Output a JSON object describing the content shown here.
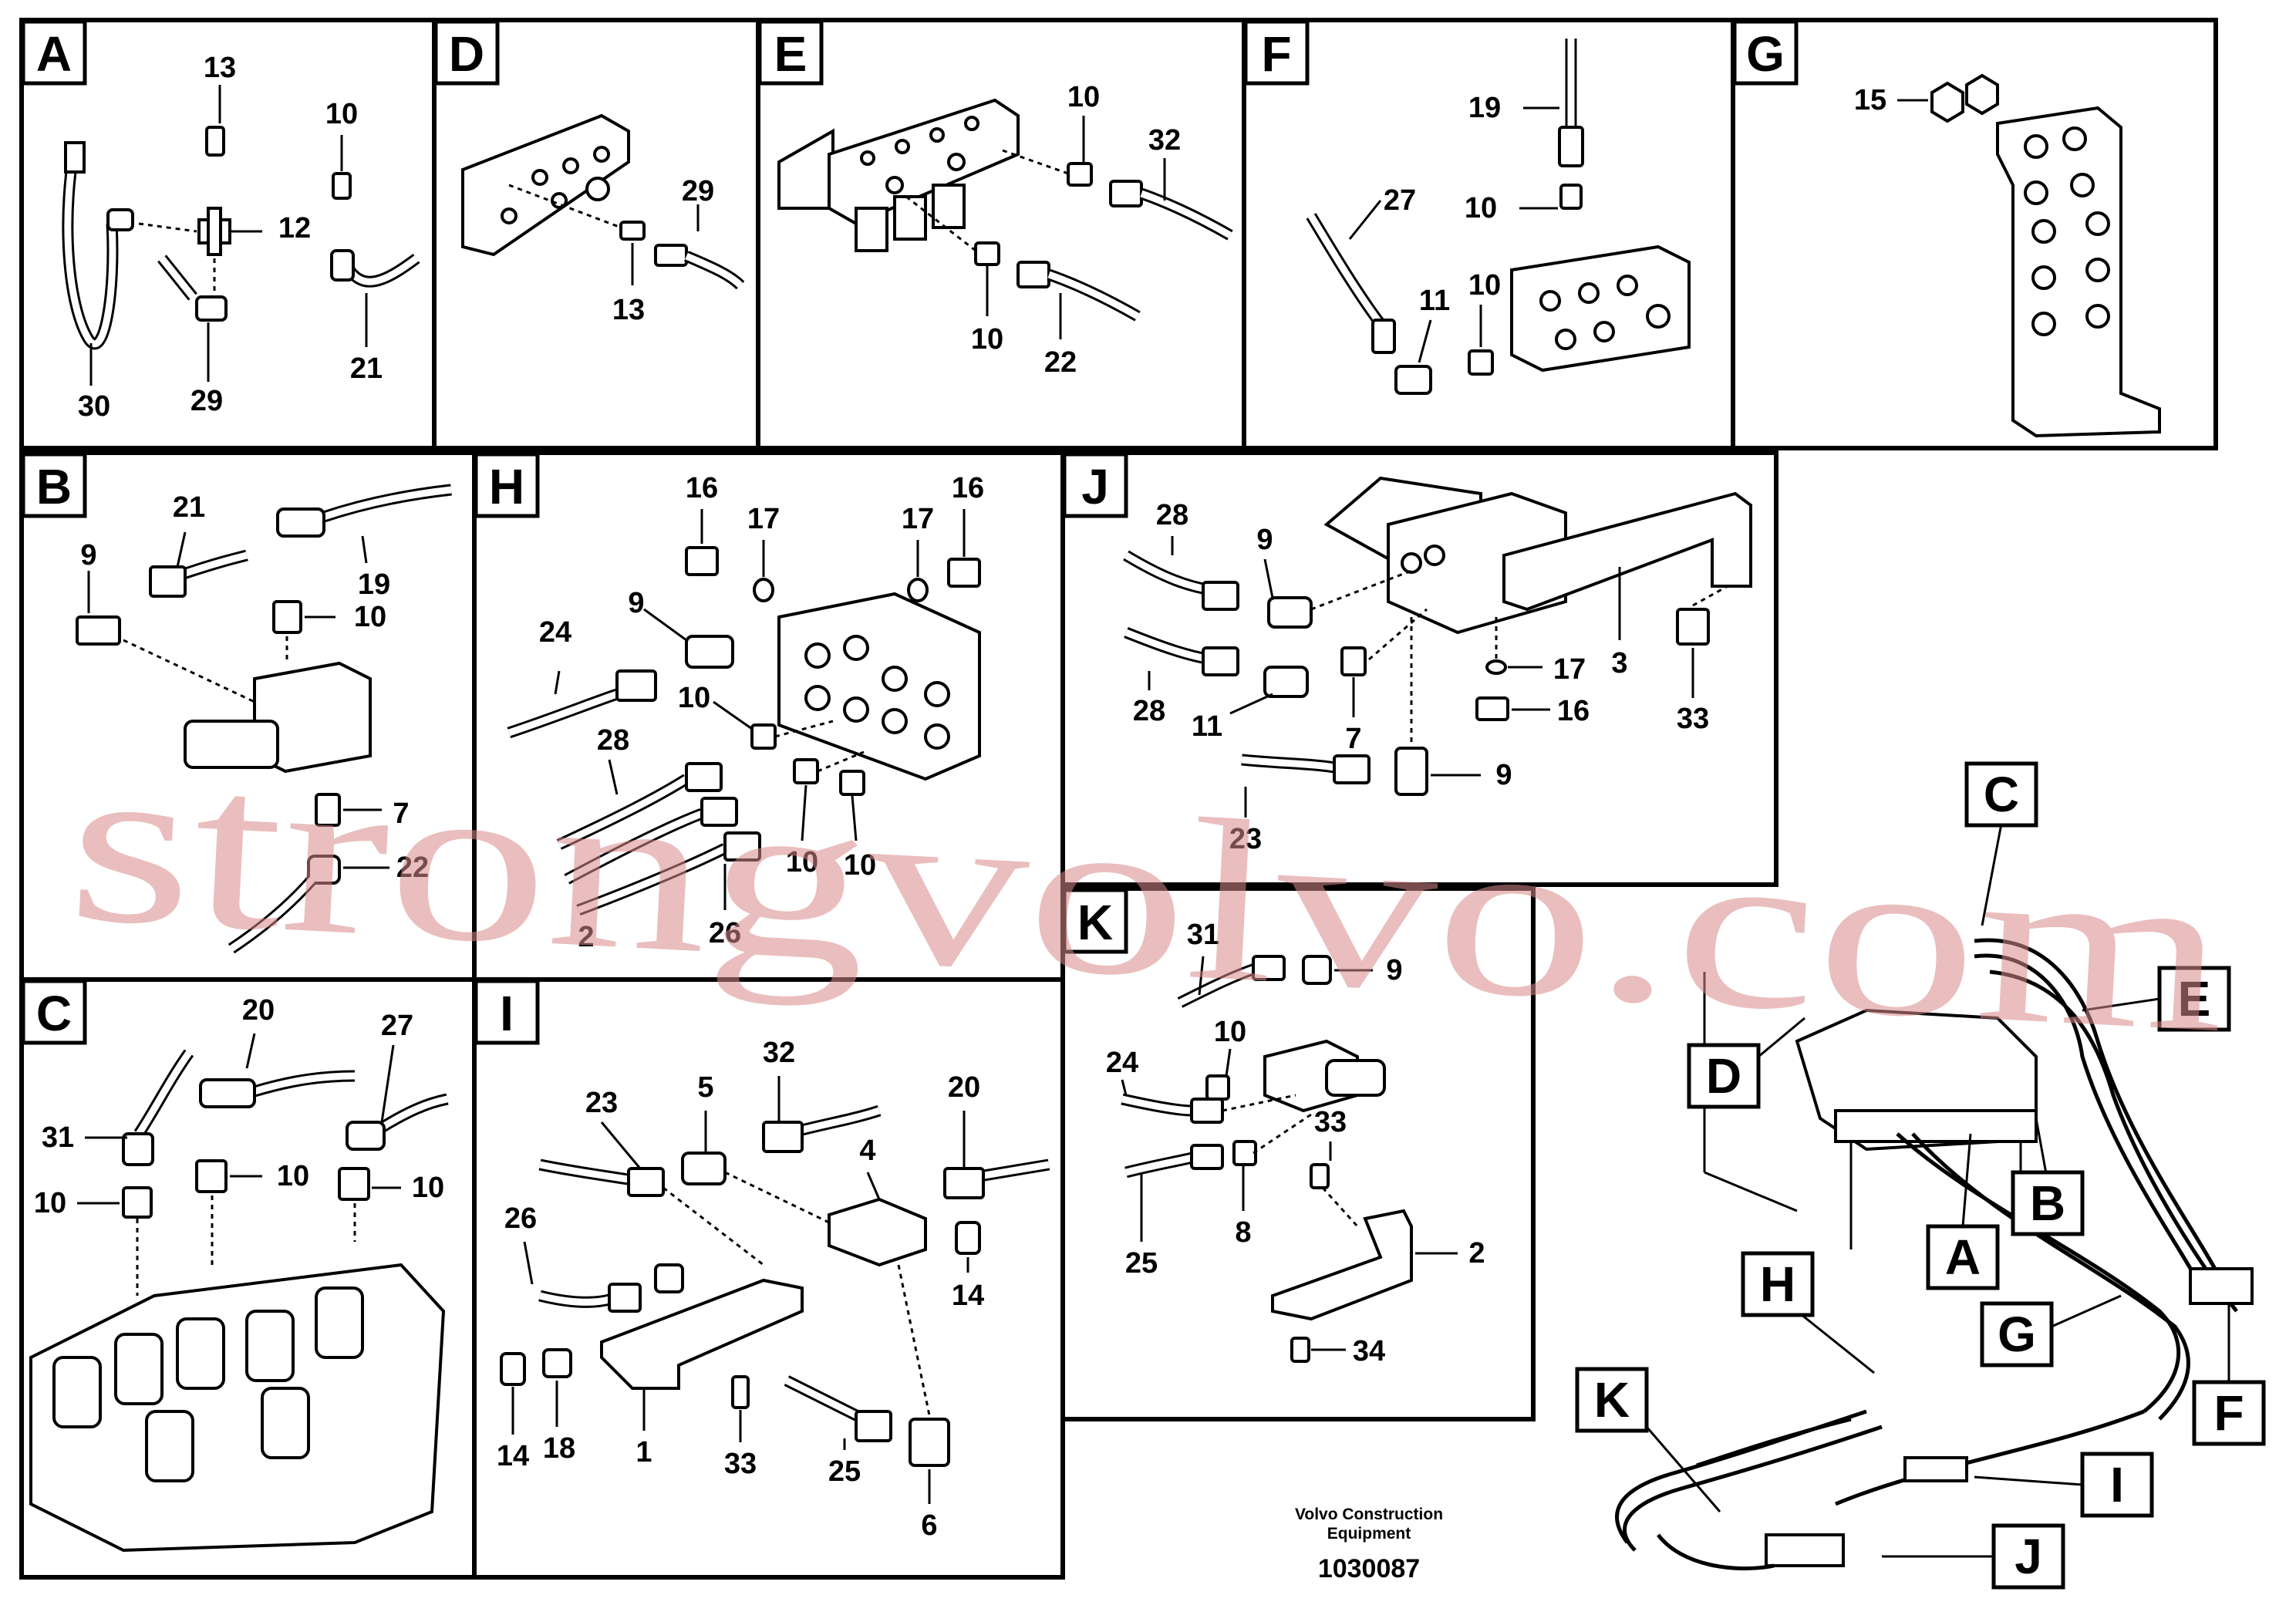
{
  "panels": {
    "A": {
      "label": "A",
      "callouts": [
        "13",
        "10",
        "12",
        "30",
        "29",
        "21"
      ]
    },
    "D": {
      "label": "D",
      "callouts": [
        "29",
        "13"
      ]
    },
    "E": {
      "label": "E",
      "callouts": [
        "10",
        "32",
        "10",
        "22"
      ]
    },
    "F": {
      "label": "F",
      "callouts": [
        "19",
        "27",
        "10",
        "11",
        "10"
      ]
    },
    "G": {
      "label": "G",
      "callouts": [
        "15"
      ]
    },
    "B": {
      "label": "B",
      "callouts": [
        "21",
        "19",
        "9",
        "10",
        "7",
        "22"
      ]
    },
    "H": {
      "label": "H",
      "callouts": [
        "16",
        "17",
        "17",
        "16",
        "9",
        "24",
        "10",
        "28",
        "10",
        "10",
        "2",
        "26"
      ]
    },
    "J": {
      "label": "J",
      "callouts": [
        "28",
        "9",
        "28",
        "11",
        "7",
        "17",
        "16",
        "3",
        "33",
        "23",
        "9"
      ]
    },
    "C": {
      "label": "C",
      "callouts": [
        "20",
        "27",
        "31",
        "10",
        "10",
        "10"
      ]
    },
    "I": {
      "label": "I",
      "callouts": [
        "23",
        "5",
        "32",
        "20",
        "4",
        "26",
        "14",
        "14",
        "18",
        "1",
        "33",
        "25",
        "6"
      ]
    },
    "K": {
      "label": "K",
      "callouts": [
        "31",
        "9",
        "10",
        "24",
        "33",
        "8",
        "2",
        "25",
        "34"
      ]
    }
  },
  "overview_labels": [
    "C",
    "D",
    "E",
    "A",
    "B",
    "H",
    "G",
    "K",
    "I",
    "J",
    "F"
  ],
  "footer": {
    "company_line1": "Volvo Construction",
    "company_line2": "Equipment",
    "drawing_number": "1030087"
  },
  "watermark": "strongvolvo.com"
}
